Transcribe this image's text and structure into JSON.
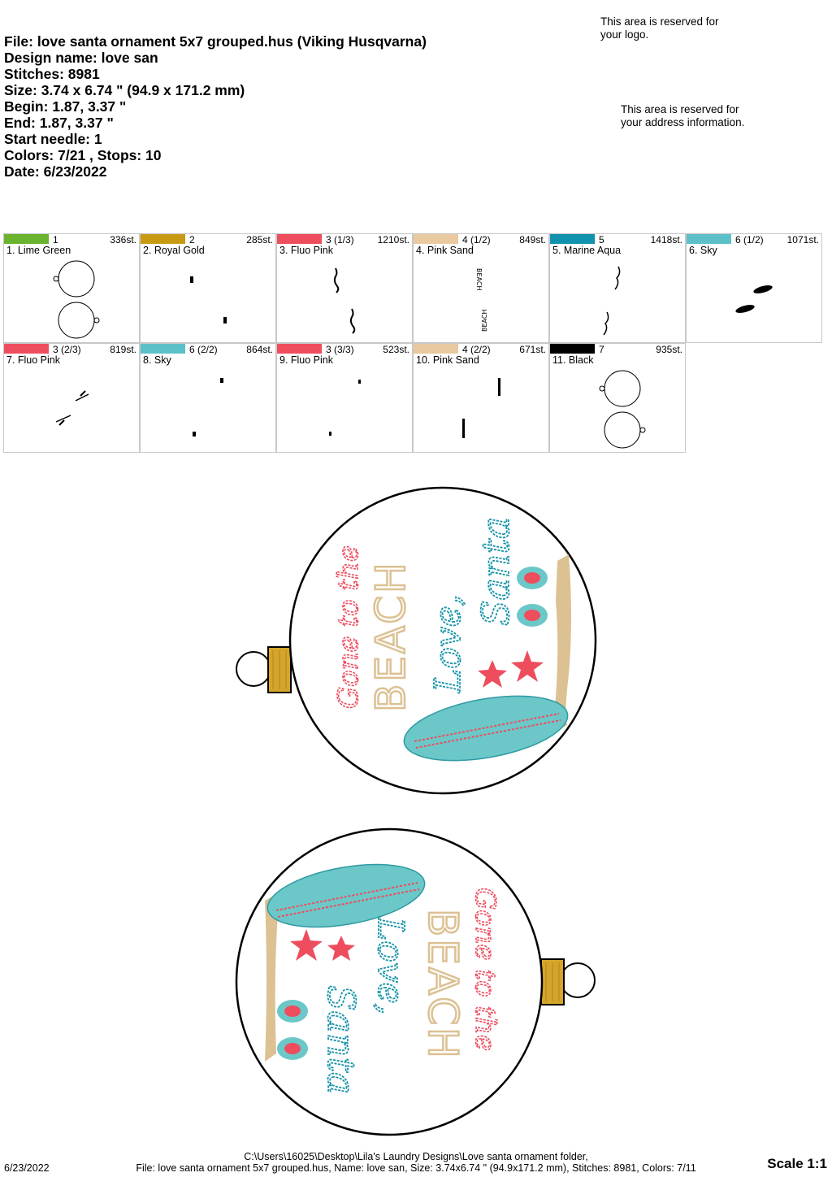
{
  "header": {
    "file": "File: love santa ornament 5x7 grouped.hus  (Viking Husqvarna)",
    "design_name": "Design name: love san",
    "stitches": "Stitches: 8981",
    "size": "Size: 3.74 x 6.74 \" (94.9 x 171.2 mm)",
    "begin": "Begin: 1.87, 3.37 \"",
    "end": "End: 1.87, 3.37 \"",
    "start_needle": "Start needle: 1",
    "colors": "Colors: 7/21 , Stops: 10",
    "date": "Date: 6/23/2022"
  },
  "logo_note": [
    "This area is reserved for",
    "your logo."
  ],
  "address_note": [
    "This area is reserved for",
    "your address information."
  ],
  "swatches": [
    {
      "num": "1",
      "stitches": "336st.",
      "name": "1. Lime Green",
      "color": "#6ab32e",
      "icon": "ornament-outline-icon"
    },
    {
      "num": "2",
      "stitches": "285st.",
      "name": "2. Royal Gold",
      "color": "#c99a14",
      "icon": "cap-marks-icon"
    },
    {
      "num": "3 (1/3)",
      "stitches": "1210st.",
      "name": "3. Fluo Pink",
      "color": "#ee4d5e",
      "icon": "script-text-icon"
    },
    {
      "num": "4 (1/2)",
      "stitches": "849st.",
      "name": "4. Pink Sand",
      "color": "#e8c9a0",
      "icon": "beach-text-icon"
    },
    {
      "num": "5",
      "stitches": "1418st.",
      "name": "5. Marine Aqua",
      "color": "#1193ad",
      "icon": "love-santa-text-icon"
    },
    {
      "num": "6 (1/2)",
      "stitches": "1071st.",
      "name": "6. Sky",
      "color": "#5cc0c8",
      "icon": "surfboard-fill-icon"
    },
    {
      "num": "3 (2/3)",
      "stitches": "819st.",
      "name": "7. Fluo Pink",
      "color": "#ee4d5e",
      "icon": "stripe-marks-icon"
    },
    {
      "num": "6 (2/2)",
      "stitches": "864st.",
      "name": "8. Sky",
      "color": "#5cc0c8",
      "icon": "flipflop-marks-icon"
    },
    {
      "num": "3 (3/3)",
      "stitches": "523st.",
      "name": "9. Fluo Pink",
      "color": "#ee4d5e",
      "icon": "small-marks-icon"
    },
    {
      "num": "4 (2/2)",
      "stitches": "671st.",
      "name": "10. Pink Sand",
      "color": "#e8c9a0",
      "icon": "sand-bar-icon"
    },
    {
      "num": "7",
      "stitches": "935st.",
      "name": "11. Black",
      "color": "#000000",
      "icon": "ornament-outline-icon"
    }
  ],
  "ornament_text": {
    "line1": "Gone to the",
    "line2": "BEACH",
    "line3": "Love,",
    "line4": "Santa"
  },
  "colors": {
    "pink": "#ee4d5e",
    "sand": "#dcc193",
    "aqua": "#1593a8",
    "sky": "#6cc7c8",
    "gold": "#d4a52a"
  },
  "footer": {
    "path": "C:\\Users\\16025\\Desktop\\Lila's Laundry Designs\\Love santa ornament folder,",
    "file_line": "File: love santa ornament 5x7 grouped.hus, Name: love san, Size: 3.74x6.74 \" (94.9x171.2 mm), Stitches: 8981, Colors: 7/11",
    "date": "6/23/2022",
    "scale": "Scale 1:1"
  }
}
